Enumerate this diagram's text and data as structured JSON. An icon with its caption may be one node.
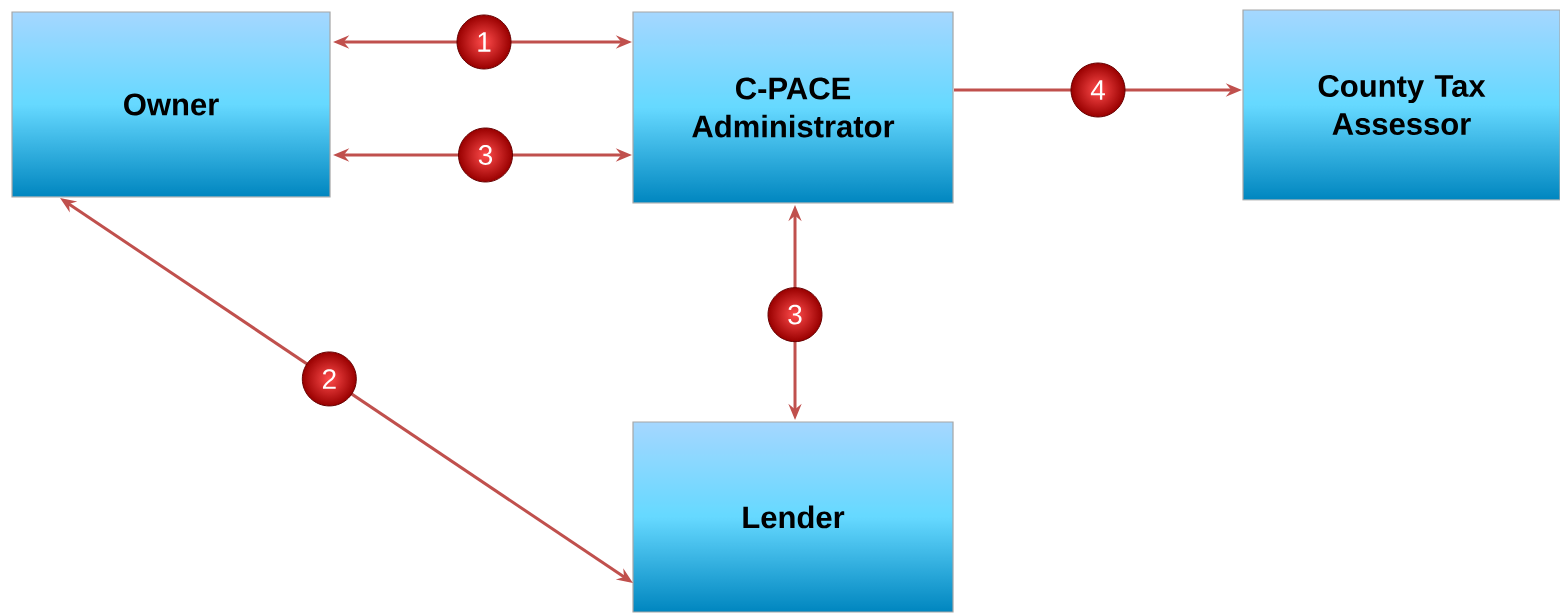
{
  "diagram": {
    "nodes": [
      {
        "text": [
          "Owner"
        ]
      },
      {
        "text": [
          "C-PACE Administrator"
        ]
      },
      {
        "text": [
          "County Tax Assessor"
        ]
      },
      {
        "text": [
          "Lender"
        ]
      }
    ],
    "edges": [
      {
        "from": 0,
        "to": 1,
        "arrow": "both",
        "label": "1"
      },
      {
        "from": 0,
        "to": 1,
        "arrow": "both",
        "label": "3"
      },
      {
        "from": 1,
        "to": 2,
        "arrow": "to",
        "label": "4"
      },
      {
        "from": 1,
        "to": 3,
        "arrow": "both",
        "label": "3"
      },
      {
        "from": 0,
        "to": 3,
        "arrow": "both",
        "label": "2"
      }
    ]
  }
}
